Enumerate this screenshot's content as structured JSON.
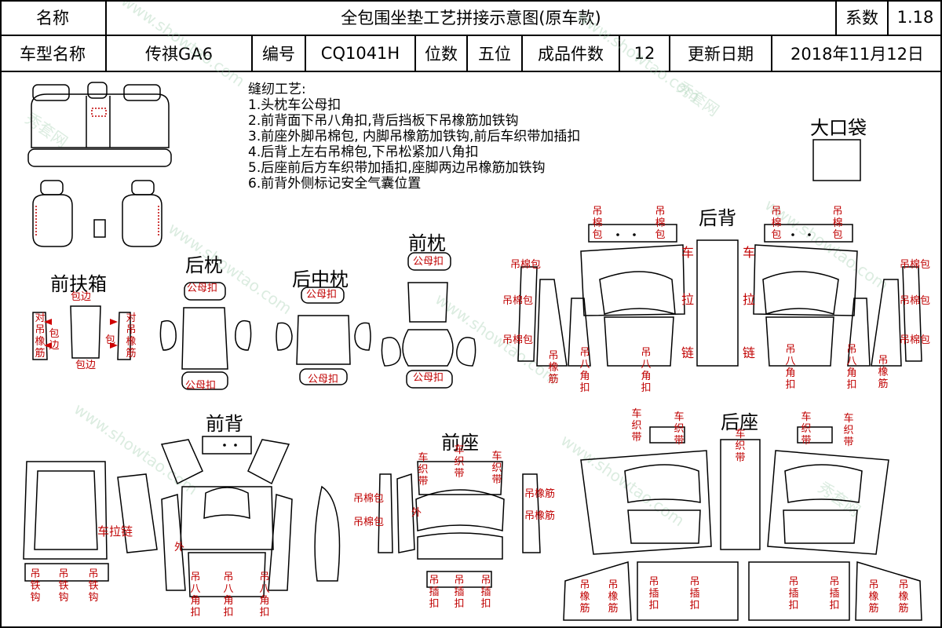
{
  "header": {
    "name_label": "名称",
    "title": "全包围坐垫工艺拼接示意图(原车款)",
    "coef_label": "系数",
    "coef_value": "1.18",
    "model_label": "车型名称",
    "model_value": "传祺GA6",
    "code_label": "编号",
    "code_value": "CQ1041H",
    "seats_label": "位数",
    "seats_value": "五位",
    "pieces_label": "成品件数",
    "pieces_value": "12",
    "date_label": "更新日期",
    "date_value": "2018年11月12日"
  },
  "notes": {
    "title": "缝纫工艺:",
    "items": [
      "1.头枕车公母扣",
      "2.前背面下吊八角扣,背后挡板下吊橡筋加铁钩",
      "3.前座外脚吊棉包, 内脚吊橡筋加铁钩,前后车织带加插扣",
      "4.后背上左右吊棉包,下吊松紧加八角扣",
      "5.后座前后方车织带加插扣,座脚两边吊橡筋加铁钩",
      "6.前背外侧标记安全气囊位置"
    ]
  },
  "sections": {
    "big_pocket": "大口袋",
    "front_armrest": "前扶箱",
    "rear_headrest": "后枕",
    "rear_mid_headrest": "后中枕",
    "front_headrest": "前枕",
    "rear_back": "后背",
    "front_back": "前背",
    "front_seat": "前座",
    "rear_seat": "后座"
  },
  "labels": {
    "bao_bian": "包边",
    "dui_diao_xiang_jin": "对吊橡筋",
    "bao": "包",
    "bian": "边",
    "gong_mu_kou": "公母扣",
    "diao_mian_bao": "吊棉包",
    "che_la_lian": "车拉链",
    "che": "车",
    "la": "拉",
    "lian": "链",
    "diao_xiang_jin": "吊橡筋",
    "diao_ba_jiao_kou": "吊八角扣",
    "wai": "外",
    "diao_tie_gou": "吊铁钩",
    "che_zhi_dai": "车织带",
    "diao_cha_kou": "吊插扣"
  },
  "watermark": {
    "texts": [
      "秀套网",
      "www.showtao.com"
    ]
  },
  "colors": {
    "annotation": "#c00000",
    "line": "#000000",
    "watermark": "#9bc9a8"
  }
}
